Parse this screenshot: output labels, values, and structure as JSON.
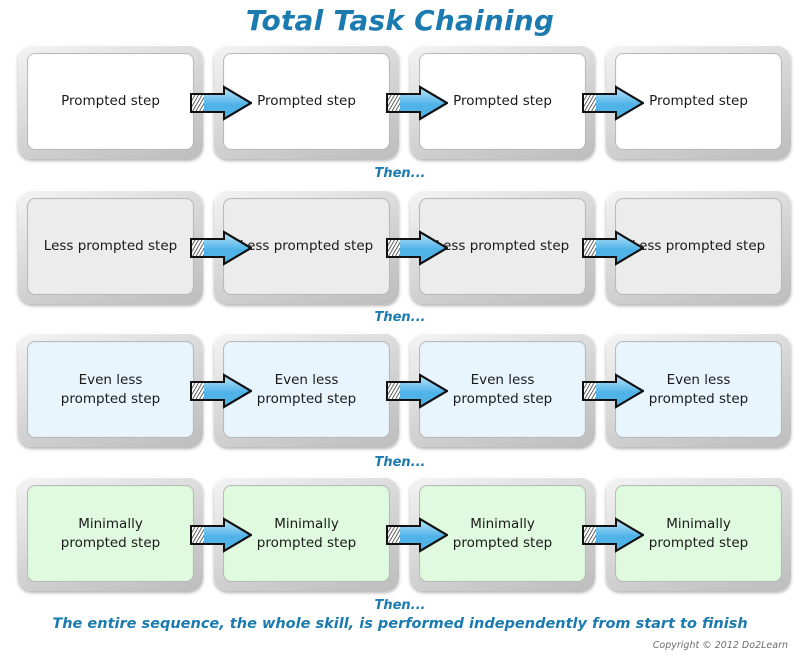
{
  "title": "Total Task Chaining",
  "connector_label": "Then...",
  "rows": [
    {
      "name": "prompted",
      "fill": "fill-white",
      "fill_color": "#ffffff",
      "steps": [
        "Prompted step",
        "Prompted step",
        "Prompted step",
        "Prompted step"
      ]
    },
    {
      "name": "less-prompted",
      "fill": "fill-gray",
      "fill_color": "#ececec",
      "steps": [
        "Less prompted step",
        "Less prompted step",
        "Less prompted step",
        "Less prompted step"
      ]
    },
    {
      "name": "even-less-prompted",
      "fill": "fill-blue",
      "fill_color": "#e8f5fd",
      "steps": [
        "Even less\nprompted step",
        "Even less\nprompted step",
        "Even less\nprompted step",
        "Even less\nprompted step"
      ]
    },
    {
      "name": "minimally-prompted",
      "fill": "fill-green",
      "fill_color": "#e0fadf",
      "steps": [
        "Minimally\nprompted step",
        "Minimally\nprompted step",
        "Minimally\nprompted step",
        "Minimally\nprompted step"
      ]
    }
  ],
  "final_caption": "The entire sequence, the whole skill, is performed independently from start to finish",
  "copyright": "Copyright © 2012 Do2Learn",
  "colors": {
    "accent_blue": "#1b7bb0",
    "arrow_fill_light": "#bfe6fb",
    "arrow_fill_dark": "#4fb3e8",
    "arrow_outline": "#111111",
    "frame_gray": "#cfcfcf",
    "text_dark": "#1a1a1a",
    "copyright_gray": "#6d6d6d"
  },
  "icons": {
    "arrow": "right-block-arrow-icon"
  }
}
